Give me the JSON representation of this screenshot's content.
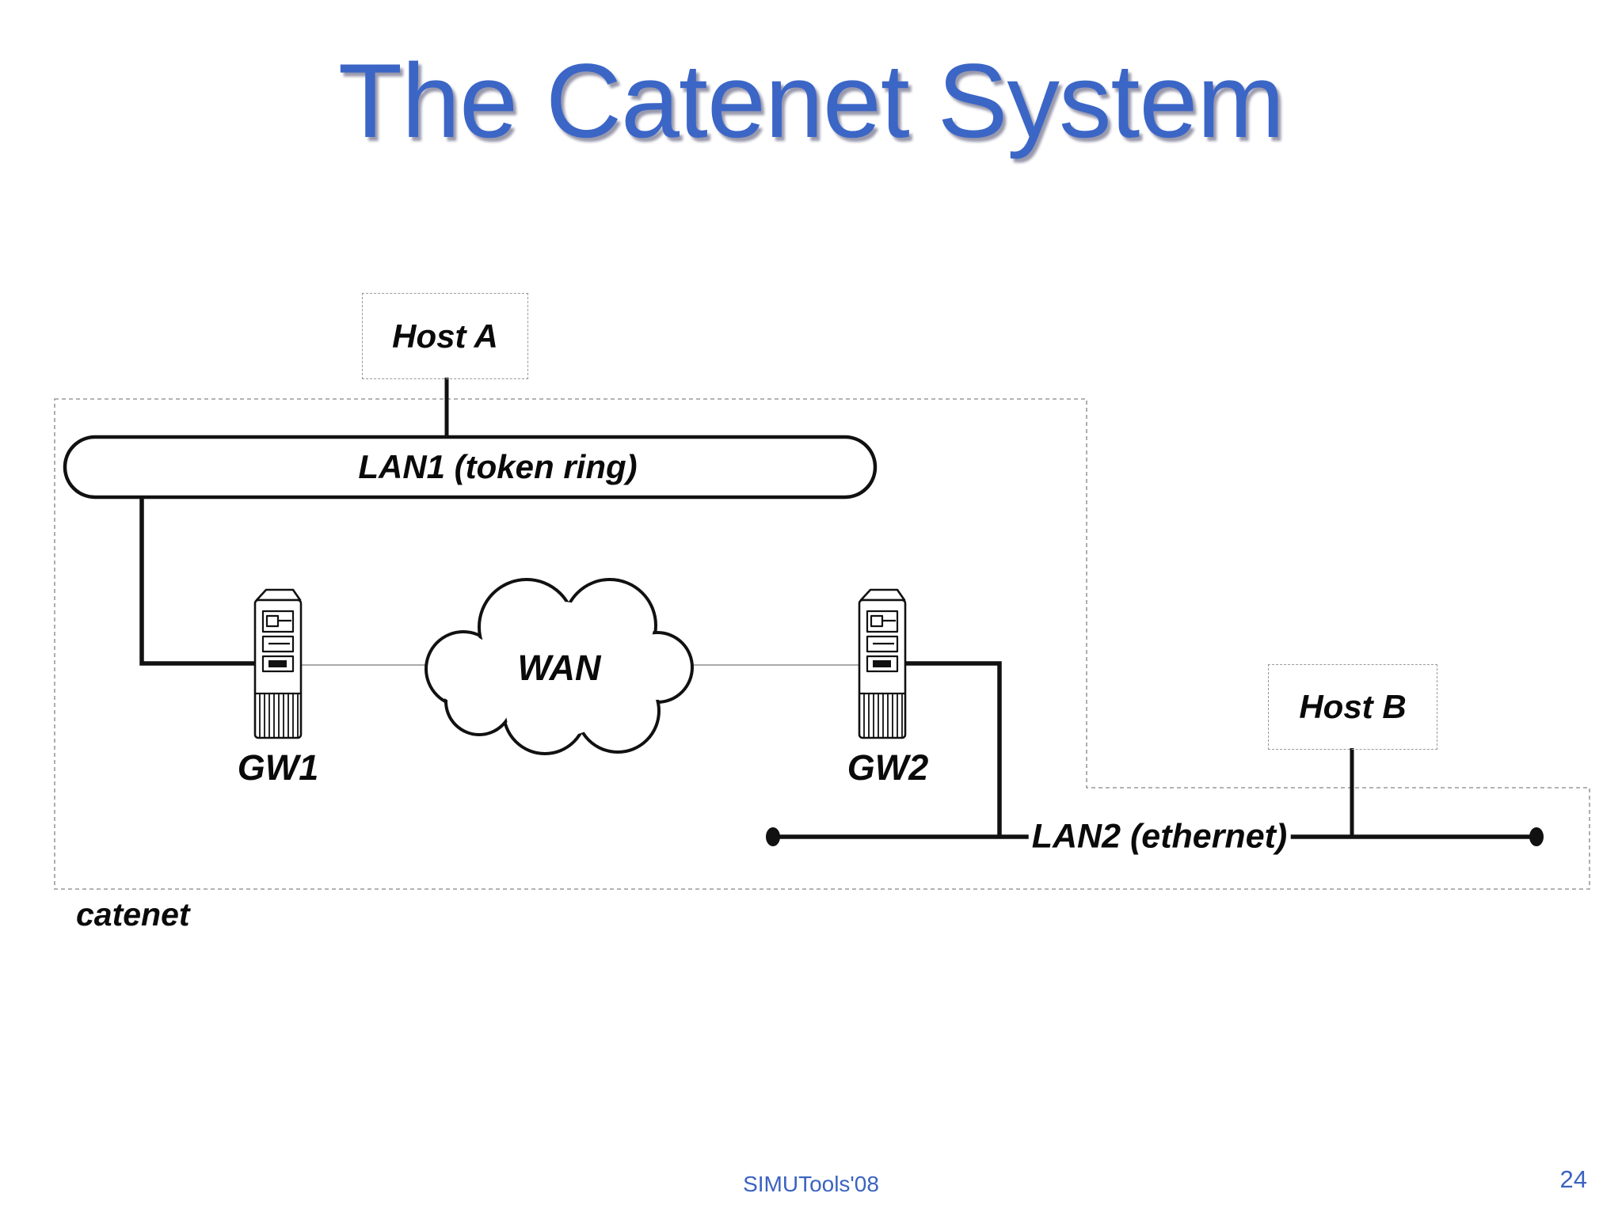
{
  "slide": {
    "title": "The Catenet System",
    "footer": "SIMUTools'08",
    "page_number": "24"
  },
  "diagram": {
    "boundary_label": "catenet",
    "nodes": {
      "host_a": "Host A",
      "host_b": "Host B",
      "gw1": "GW1",
      "gw2": "GW2",
      "wan": "WAN",
      "lan1": "LAN1 (token ring)",
      "lan2": "LAN2 (ethernet)"
    },
    "icons": {
      "gw1": "server-tower-icon",
      "gw2": "server-tower-icon",
      "wan": "cloud-icon"
    },
    "colors": {
      "title": "#3b66c6",
      "footer": "#3b63c0",
      "line": "#111111",
      "boundary_dashed": "#9a9a9a",
      "thin_link": "#aaaaaa"
    }
  }
}
